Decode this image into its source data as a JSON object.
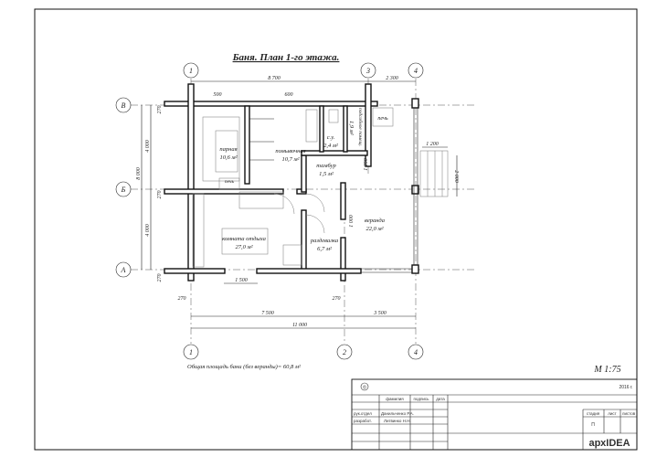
{
  "title": "Баня.  План 1-го этажа.",
  "axes": {
    "top": [
      "1",
      "3",
      "4"
    ],
    "bottom": [
      "1",
      "2",
      "4"
    ],
    "left": [
      "В",
      "Б",
      "А"
    ]
  },
  "rooms": [
    {
      "name": "парная",
      "area": "10,6 м²"
    },
    {
      "name": "помывочная",
      "area": "10,7 м²"
    },
    {
      "name": "с.у.",
      "area": "2,4 м²"
    },
    {
      "name": "подсобное помещ.",
      "area": "1,9 м²"
    },
    {
      "name": "печь",
      "area": ""
    },
    {
      "name": "тамбур",
      "area": "1,5 м²"
    },
    {
      "name": "веранда",
      "area": "22,0 м²"
    },
    {
      "name": "раздевалка",
      "area": "6,7 м²"
    },
    {
      "name": "комната отдыха",
      "area": "27,0 м²"
    },
    {
      "name": "печь",
      "area": ""
    }
  ],
  "dimensions": {
    "top_main": "8 700",
    "top_right": "2 300",
    "win1": "500",
    "win2": "600",
    "stair_w": "1 200",
    "stair_l": "2 000",
    "tambur": "1 250",
    "door": "1 000",
    "left_upper": "4 000",
    "left_total": "8 000",
    "left_lower": "4 000",
    "wall_a": "270",
    "wall_b": "270",
    "wall_c": "270",
    "window_bottom": "1 500",
    "wall_d": "270",
    "wall_e": "270",
    "bottom_left": "7 500",
    "bottom_right": "3 500",
    "bottom_total": "11 000"
  },
  "total_area_note": "Общая площадь бани (без веранды)= 60,8 м²",
  "scale": "М 1:75",
  "title_block": {
    "copyright": "©",
    "year": "2016 г.",
    "headers": [
      "фамилия",
      "подпись",
      "дата"
    ],
    "rows": [
      {
        "role": "рук.отдел",
        "name": "Данильченко Р.А."
      },
      {
        "role": "разработ.",
        "name": "Литвинко Н.Н."
      }
    ],
    "stage_headers": [
      "стадия",
      "лист",
      "листов"
    ],
    "stage": "П",
    "logo": "архIDEA"
  }
}
